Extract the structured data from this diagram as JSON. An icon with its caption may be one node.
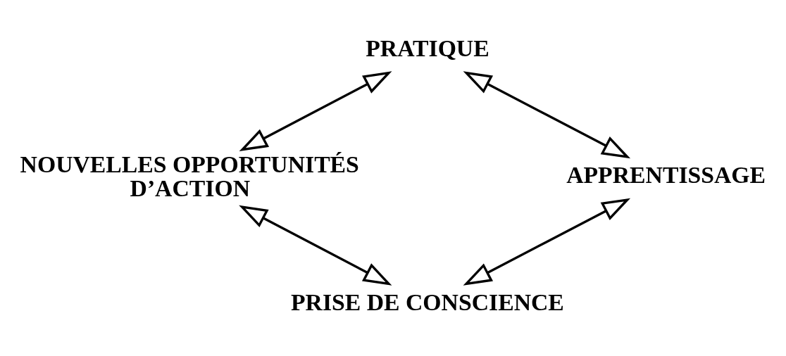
{
  "diagram": {
    "nodes": [
      {
        "text": [
          "PRATIQUE"
        ]
      },
      {
        "text": [
          "NOUVELLES OPPORTUNITÉS D’ACTION"
        ]
      },
      {
        "text": [
          "APPRENTISSAGE"
        ]
      },
      {
        "text": [
          "PRISE DE CONSCIENCE"
        ]
      }
    ],
    "edges": [
      {
        "from": 0,
        "to": 2,
        "arrow": "both"
      },
      {
        "from": 2,
        "to": 3,
        "arrow": "both"
      },
      {
        "from": 3,
        "to": 1,
        "arrow": "both"
      },
      {
        "from": 1,
        "to": 0,
        "arrow": "both"
      }
    ]
  }
}
